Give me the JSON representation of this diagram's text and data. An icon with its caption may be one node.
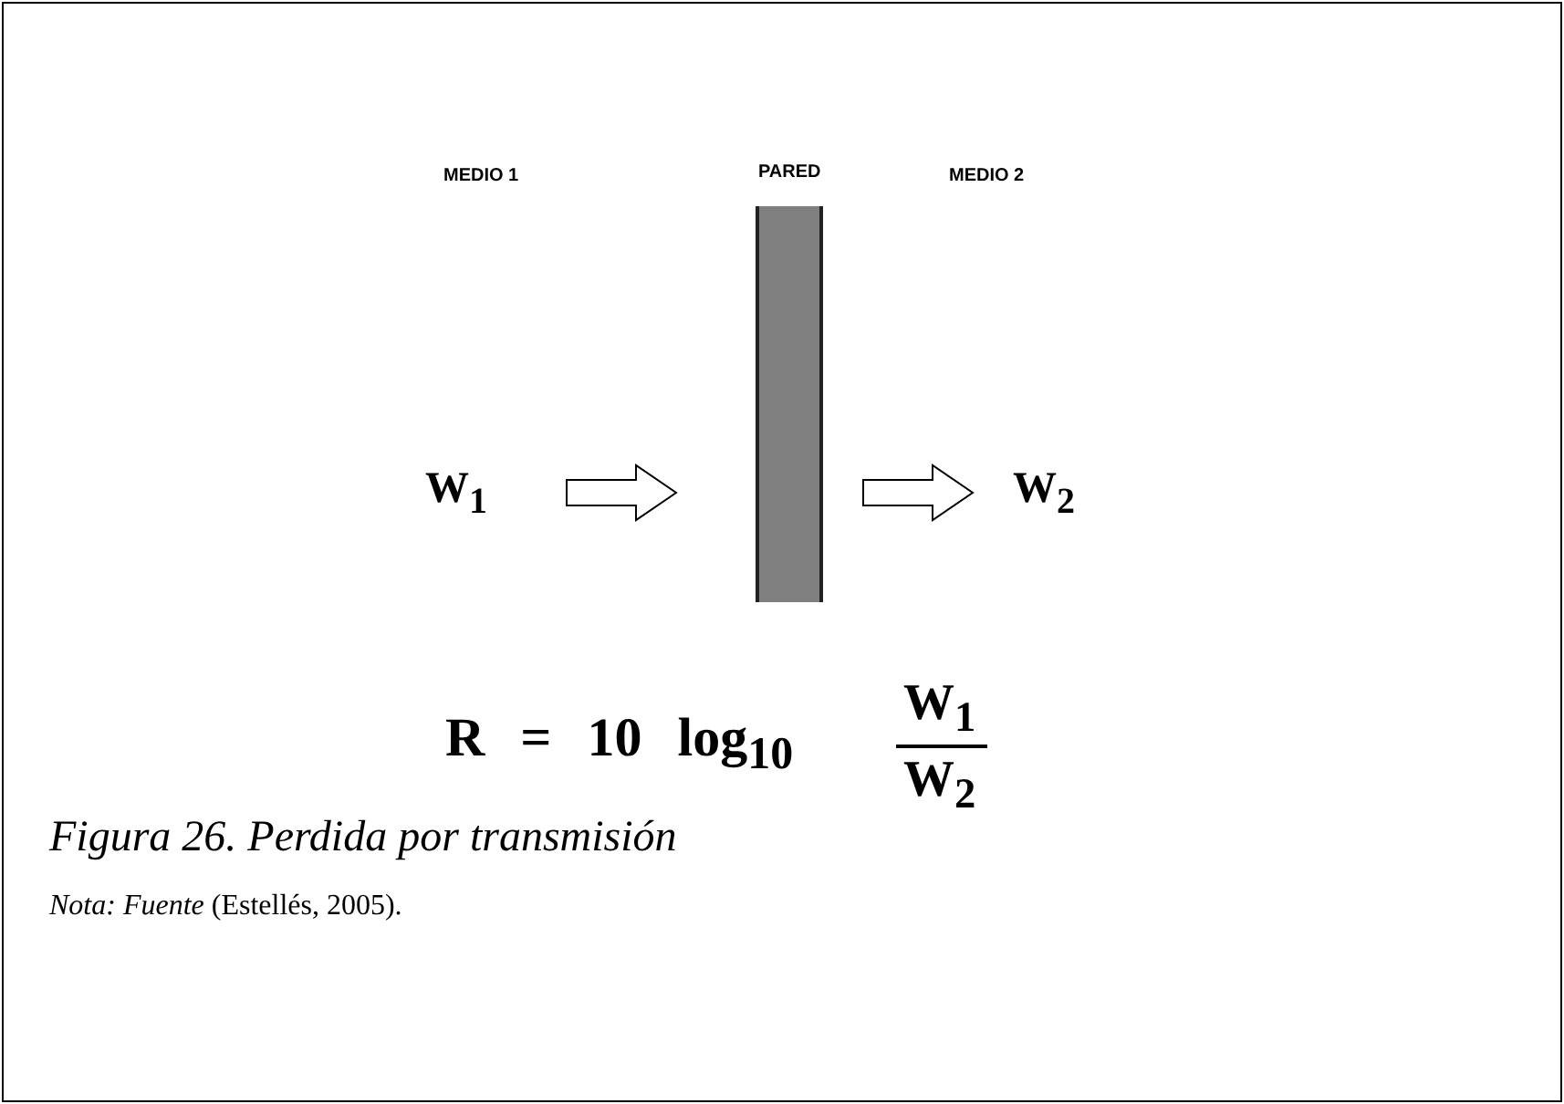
{
  "diagram": {
    "caption": "Figura 26. Perdida por transmisión",
    "nodes": [
      {
        "text": [
          "W$_{1}$"
        ]
      },
      {
        "text": [
          "PARED"
        ]
      },
      {
        "text": [
          "W$_{2}$"
        ]
      }
    ],
    "edges": [
      {
        "from": 0,
        "to": 1,
        "arrow": "to"
      },
      {
        "from": 1,
        "to": 2,
        "arrow": "to"
      }
    ],
    "labels": [
      "MEDIO 1",
      "MEDIO 2",
      "R = 10 log$_{10}$",
      "W$_{1}$",
      "W$_{2}$",
      "*Nota: Fuente* (Estellés, 2005)."
    ]
  }
}
